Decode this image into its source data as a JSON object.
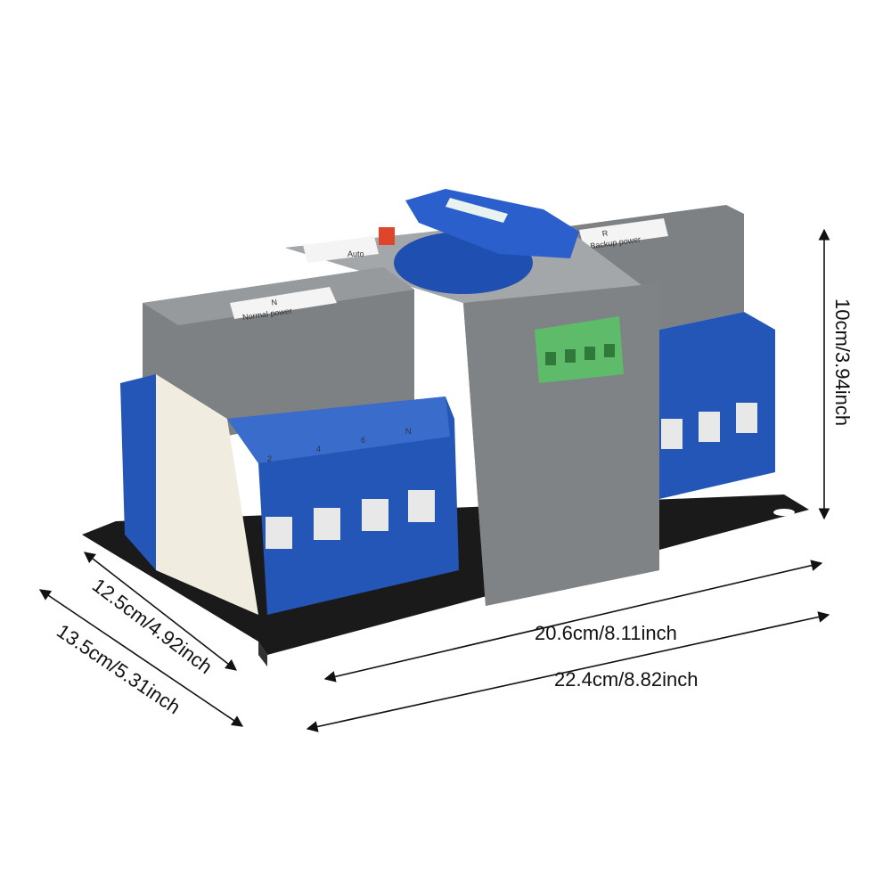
{
  "product": {
    "left_label_letter": "N",
    "left_label_text": "Normal power",
    "right_label_letter": "R",
    "right_label_text": "Backup power",
    "mode_label": "Auto",
    "terminal_numbers": [
      "2",
      "4",
      "6",
      "N"
    ]
  },
  "dimensions": {
    "inner_depth": "12.5cm/4.92inch",
    "outer_depth": "13.5cm/5.31inch",
    "inner_width": "20.6cm/8.11inch",
    "outer_width": "22.4cm/8.82inch",
    "height": "10cm/3.94inch"
  },
  "colors": {
    "body_gray": "#7d8184",
    "terminal_blue": "#2456b8",
    "handle_blue": "#1f4fb0",
    "connector_green": "#5dbb6a",
    "base_black": "#1a1a1a"
  }
}
